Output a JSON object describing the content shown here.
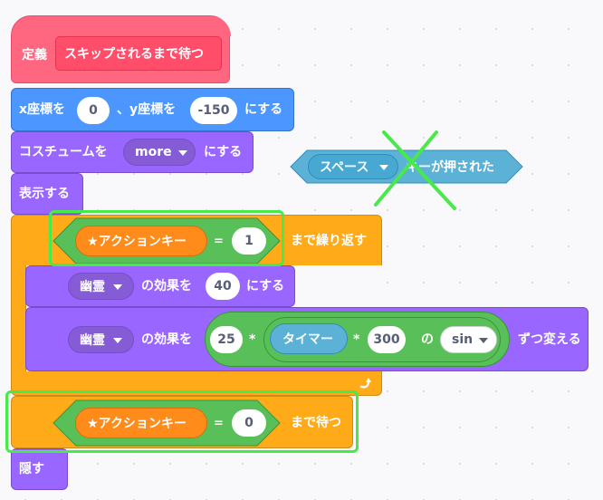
{
  "define_block": {
    "keyword": "定義",
    "name": "スキップされるまで待つ"
  },
  "goto_block": {
    "x_label": "x座標を",
    "x_value": "0",
    "sep": "、y座標を",
    "y_value": "-150",
    "suffix": "にする"
  },
  "costume_block": {
    "prefix": "コスチュームを",
    "costume": "more",
    "suffix": "にする"
  },
  "show_block": {
    "label": "表示する"
  },
  "repeat_block": {
    "var": "★アクションキー",
    "op": "=",
    "value": "1",
    "suffix": "まで繰り返す"
  },
  "set_effect_block": {
    "effect": "幽霊",
    "mid": "の効果を",
    "value": "40",
    "suffix": "にする"
  },
  "change_effect_block": {
    "effect": "幽霊",
    "mid": "の効果を",
    "a": "25",
    "times1": "*",
    "timer": "タイマー",
    "times2": "*",
    "b": "300",
    "of": "の",
    "func": "sin",
    "suffix": "ずつ変える"
  },
  "wait_block": {
    "var": "★アクションキー",
    "op": "=",
    "value": "0",
    "suffix": "まで待つ"
  },
  "hide_block": {
    "label": "隠す"
  },
  "key_block": {
    "key": "スペース",
    "suffix": "キーが押された"
  },
  "colors": {
    "define": "#ff6680",
    "motion": "#4c97ff",
    "looks": "#9966ff",
    "control": "#ffab19",
    "operator": "#59c059",
    "variable": "#ff8c1a",
    "sensing": "#5cb1d6",
    "highlight": "#48e94a"
  }
}
